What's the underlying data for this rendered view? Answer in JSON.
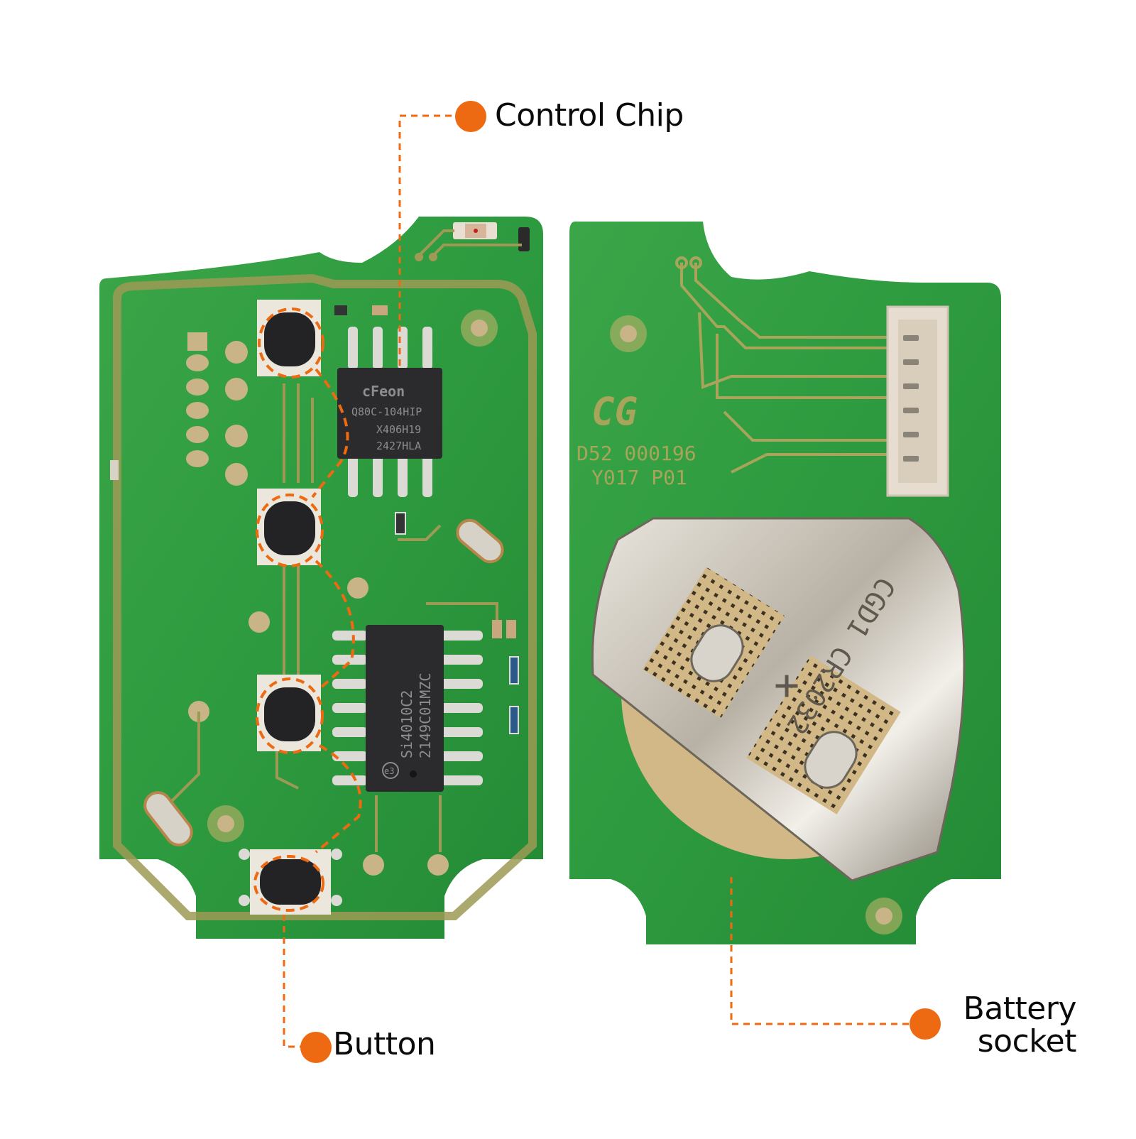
{
  "image": {
    "description": "Car remote key fob PCB, front and back views, with orange callout annotations",
    "background": "#ffffff"
  },
  "colors": {
    "accent_orange": "#ee6a12",
    "pcb_green": "#2f9a3c",
    "pcb_green_dark": "#1f7a2e",
    "copper_trace": "#9e9a55",
    "gold_pad": "#c8b487",
    "chip_black": "#2b2b2e",
    "chip_text": "#8d8d8d",
    "metal": "#c9c3b8",
    "connector": "#e6ddd0",
    "label_text": "#0a0a0a"
  },
  "callouts": [
    {
      "id": "control-chip",
      "label": "Control Chip"
    },
    {
      "id": "button",
      "label": "Button"
    },
    {
      "id": "battery-socket",
      "label_line1": "Battery",
      "label_line2": "socket"
    }
  ],
  "front_board": {
    "chip_1": {
      "line1": "cFeon",
      "line2": "Q80C-104HIP",
      "line3": "X406H19",
      "line4": "2427HLA"
    },
    "chip_2": {
      "line1": "Si4010C2",
      "line2": "2149C01MZC",
      "logo": "e3"
    },
    "buttons_count": 4,
    "header_pins": 6
  },
  "back_board": {
    "silkscreen_logo": "CG",
    "silkscreen_line1": "D52 000196",
    "silkscreen_line2": "Y017 P01",
    "battery_clip_text": "CGD1 CR2032",
    "battery_plus": "+",
    "connector_pins": 6
  }
}
